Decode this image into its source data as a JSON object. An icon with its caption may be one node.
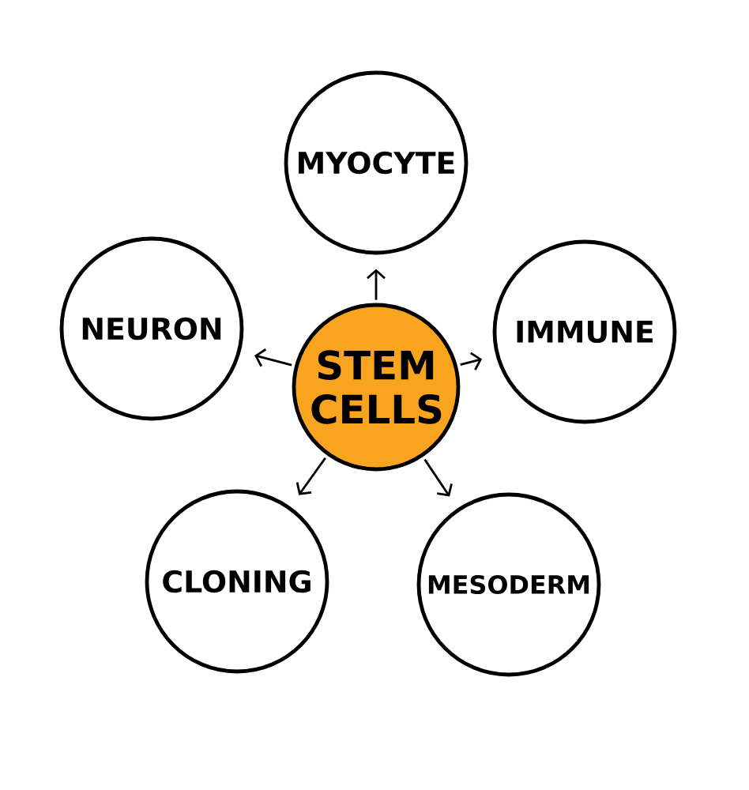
{
  "diagram": {
    "nodes": [
      {
        "text": [
          "STEM CELLS"
        ]
      },
      {
        "text": [
          "MYOCYTE"
        ]
      },
      {
        "text": [
          "NEURON"
        ]
      },
      {
        "text": [
          "IMMUNE"
        ]
      },
      {
        "text": [
          "CLONING"
        ]
      },
      {
        "text": [
          "MESODERM"
        ]
      }
    ],
    "edges": [
      {
        "from": 0,
        "to": 1,
        "arrow": "to"
      },
      {
        "from": 0,
        "to": 2,
        "arrow": "to"
      },
      {
        "from": 0,
        "to": 3,
        "arrow": "to"
      },
      {
        "from": 0,
        "to": 4,
        "arrow": "to"
      },
      {
        "from": 0,
        "to": 5,
        "arrow": "to"
      }
    ]
  }
}
